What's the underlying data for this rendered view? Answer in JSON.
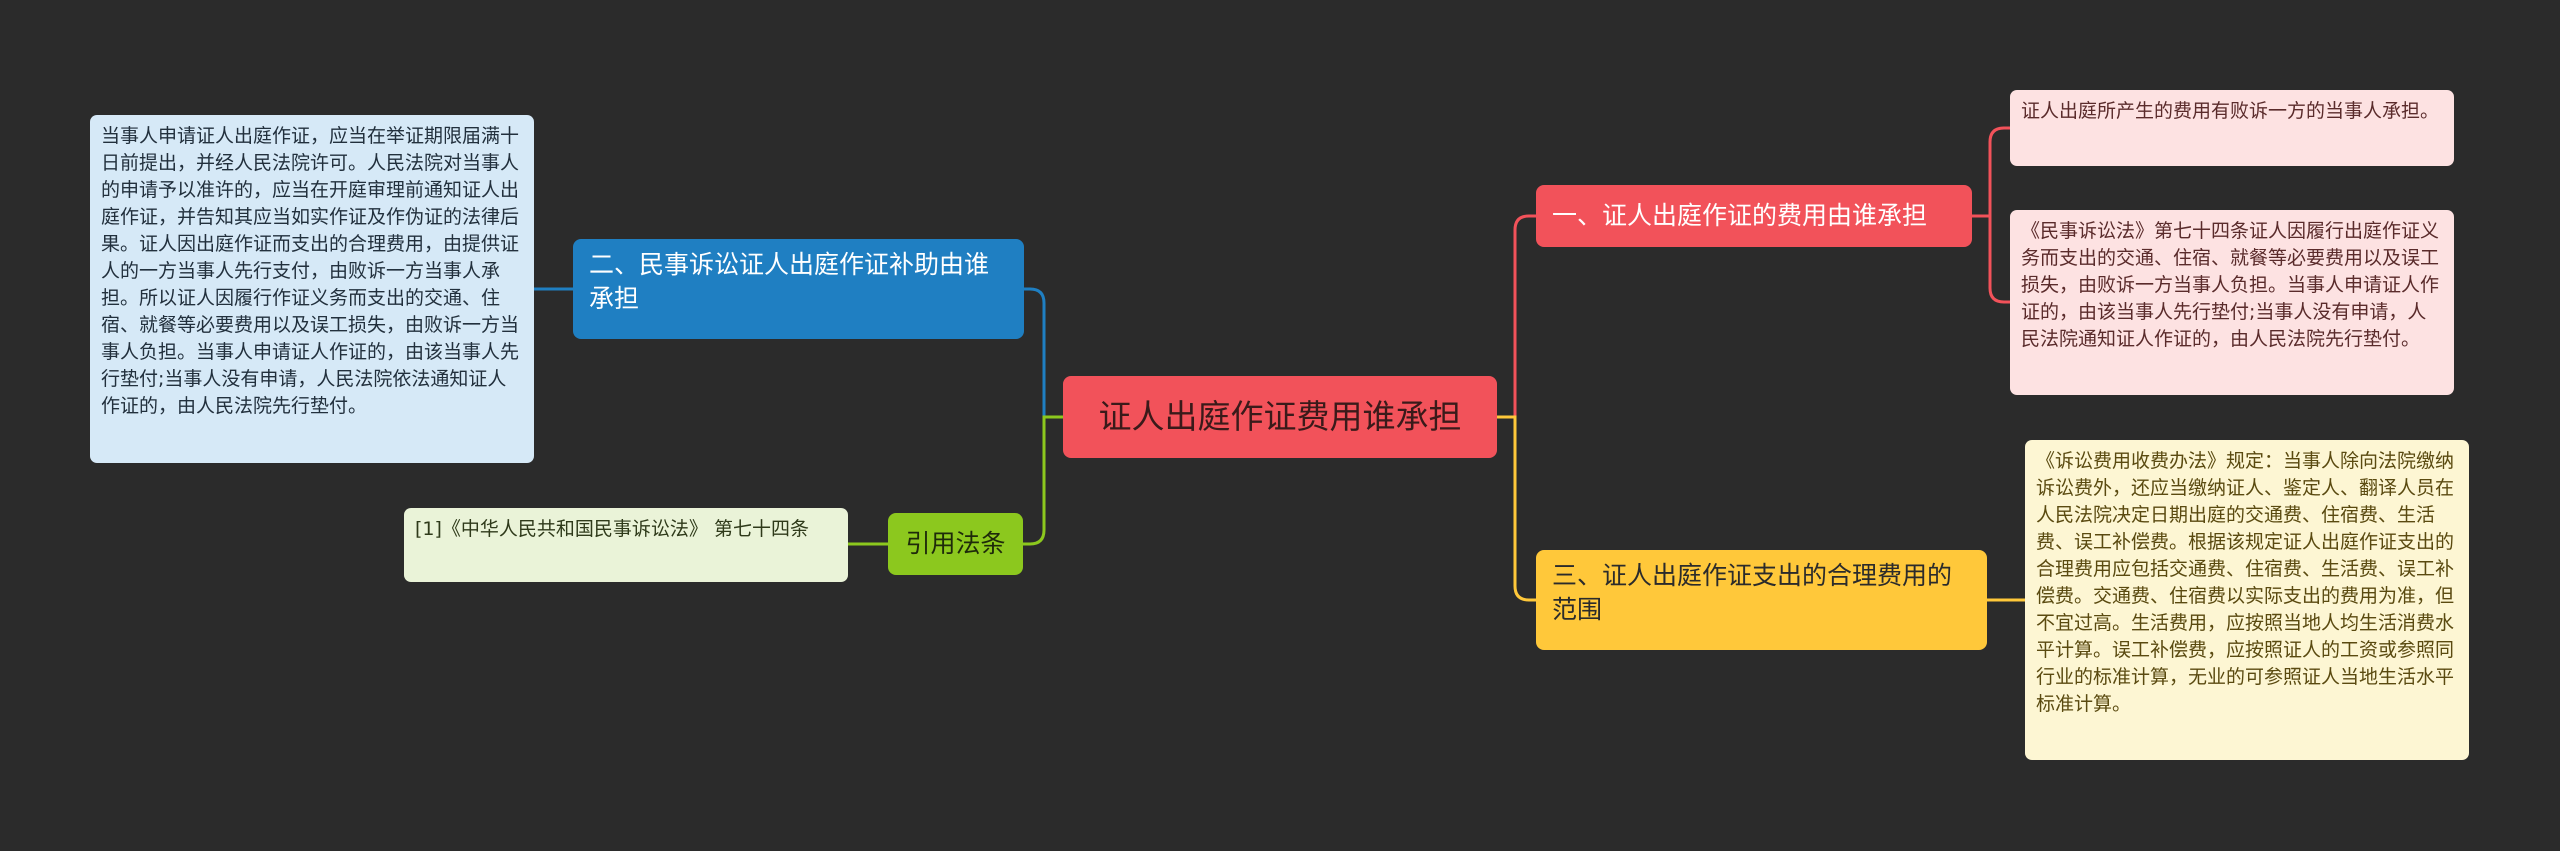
{
  "diagram": {
    "root": {
      "label": "证人出庭作证费用谁承担"
    },
    "branches": [
      {
        "id": "b1",
        "label": "一、证人出庭作证的费用由谁承担",
        "color": "#f2525a",
        "children": [
          {
            "text": "证人出庭所产生的费用有败诉一方的当事人承担。"
          },
          {
            "text": "《民事诉讼法》第七十四条证人因履行出庭作证义务而支出的交通、住宿、就餐等必要费用以及误工损失，由败诉一方当事人负担。当事人申请证人作证的，由该当事人先行垫付;当事人没有申请，人民法院通知证人作证的，由人民法院先行垫付。"
          }
        ]
      },
      {
        "id": "b2",
        "label": "二、民事诉讼证人出庭作证补助由谁承担",
        "color": "#1f7fc2",
        "children": [
          {
            "text": "当事人申请证人出庭作证，应当在举证期限届满十日前提出，并经人民法院许可。人民法院对当事人的申请予以准许的，应当在开庭审理前通知证人出庭作证，并告知其应当如实作证及作伪证的法律后果。证人因出庭作证而支出的合理费用，由提供证人的一方当事人先行支付，由败诉一方当事人承担。所以证人因履行作证义务而支出的交通、住宿、就餐等必要费用以及误工损失，由败诉一方当事人负担。当事人申请证人作证的，由该当事人先行垫付;当事人没有申请，人民法院依法通知证人作证的，由人民法院先行垫付。"
          }
        ]
      },
      {
        "id": "b3",
        "label": "三、证人出庭作证支出的合理费用的范围",
        "color": "#ffc83a",
        "children": [
          {
            "text": "《诉讼费用收费办法》规定：当事人除向法院缴纳诉讼费外，还应当缴纳证人、鉴定人、翻译人员在人民法院决定日期出庭的交通费、住宿费、生活费、误工补偿费。根据该规定证人出庭作证支出的合理费用应包括交通费、住宿费、生活费、误工补偿费。交通费、住宿费以实际支出的费用为准，但不宜过高。生活费用，应按照当地人均生活消费水平计算。误工补偿费，应按照证人的工资或参照同行业的标准计算，无业的可参照证人当地生活水平标准计算。"
          }
        ]
      },
      {
        "id": "b4",
        "label": "引用法条",
        "color": "#8cc81e",
        "children": [
          {
            "text": "[1]《中华人民共和国民事诉讼法》 第七十四条"
          }
        ]
      }
    ]
  }
}
